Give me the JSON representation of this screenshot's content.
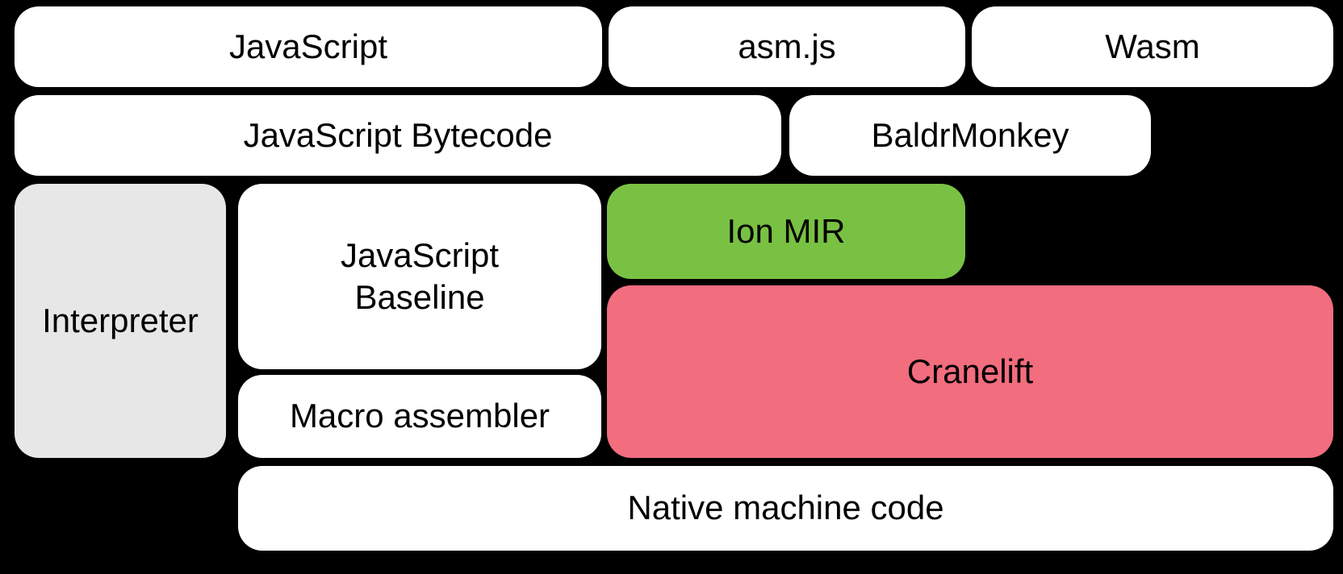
{
  "colors": {
    "background": "#000000",
    "node_default": "#ffffff",
    "node_interpreter": "#e7e7e7",
    "node_ion": "#79c143",
    "node_cranelift": "#f26d7e",
    "text": "#000000"
  },
  "nodes": {
    "javascript": {
      "label": "JavaScript"
    },
    "asmjs": {
      "label": "asm.js"
    },
    "wasm": {
      "label": "Wasm"
    },
    "bytecode": {
      "label": "JavaScript Bytecode"
    },
    "baldrmonkey": {
      "label": "BaldrMonkey"
    },
    "interpreter": {
      "label": "Interpreter"
    },
    "baseline": {
      "label": "JavaScript\nBaseline"
    },
    "ionmir": {
      "label": "Ion MIR"
    },
    "cranelift": {
      "label": "Cranelift"
    },
    "macroassembler": {
      "label": "Macro assembler"
    },
    "native": {
      "label": "Native machine code"
    }
  }
}
